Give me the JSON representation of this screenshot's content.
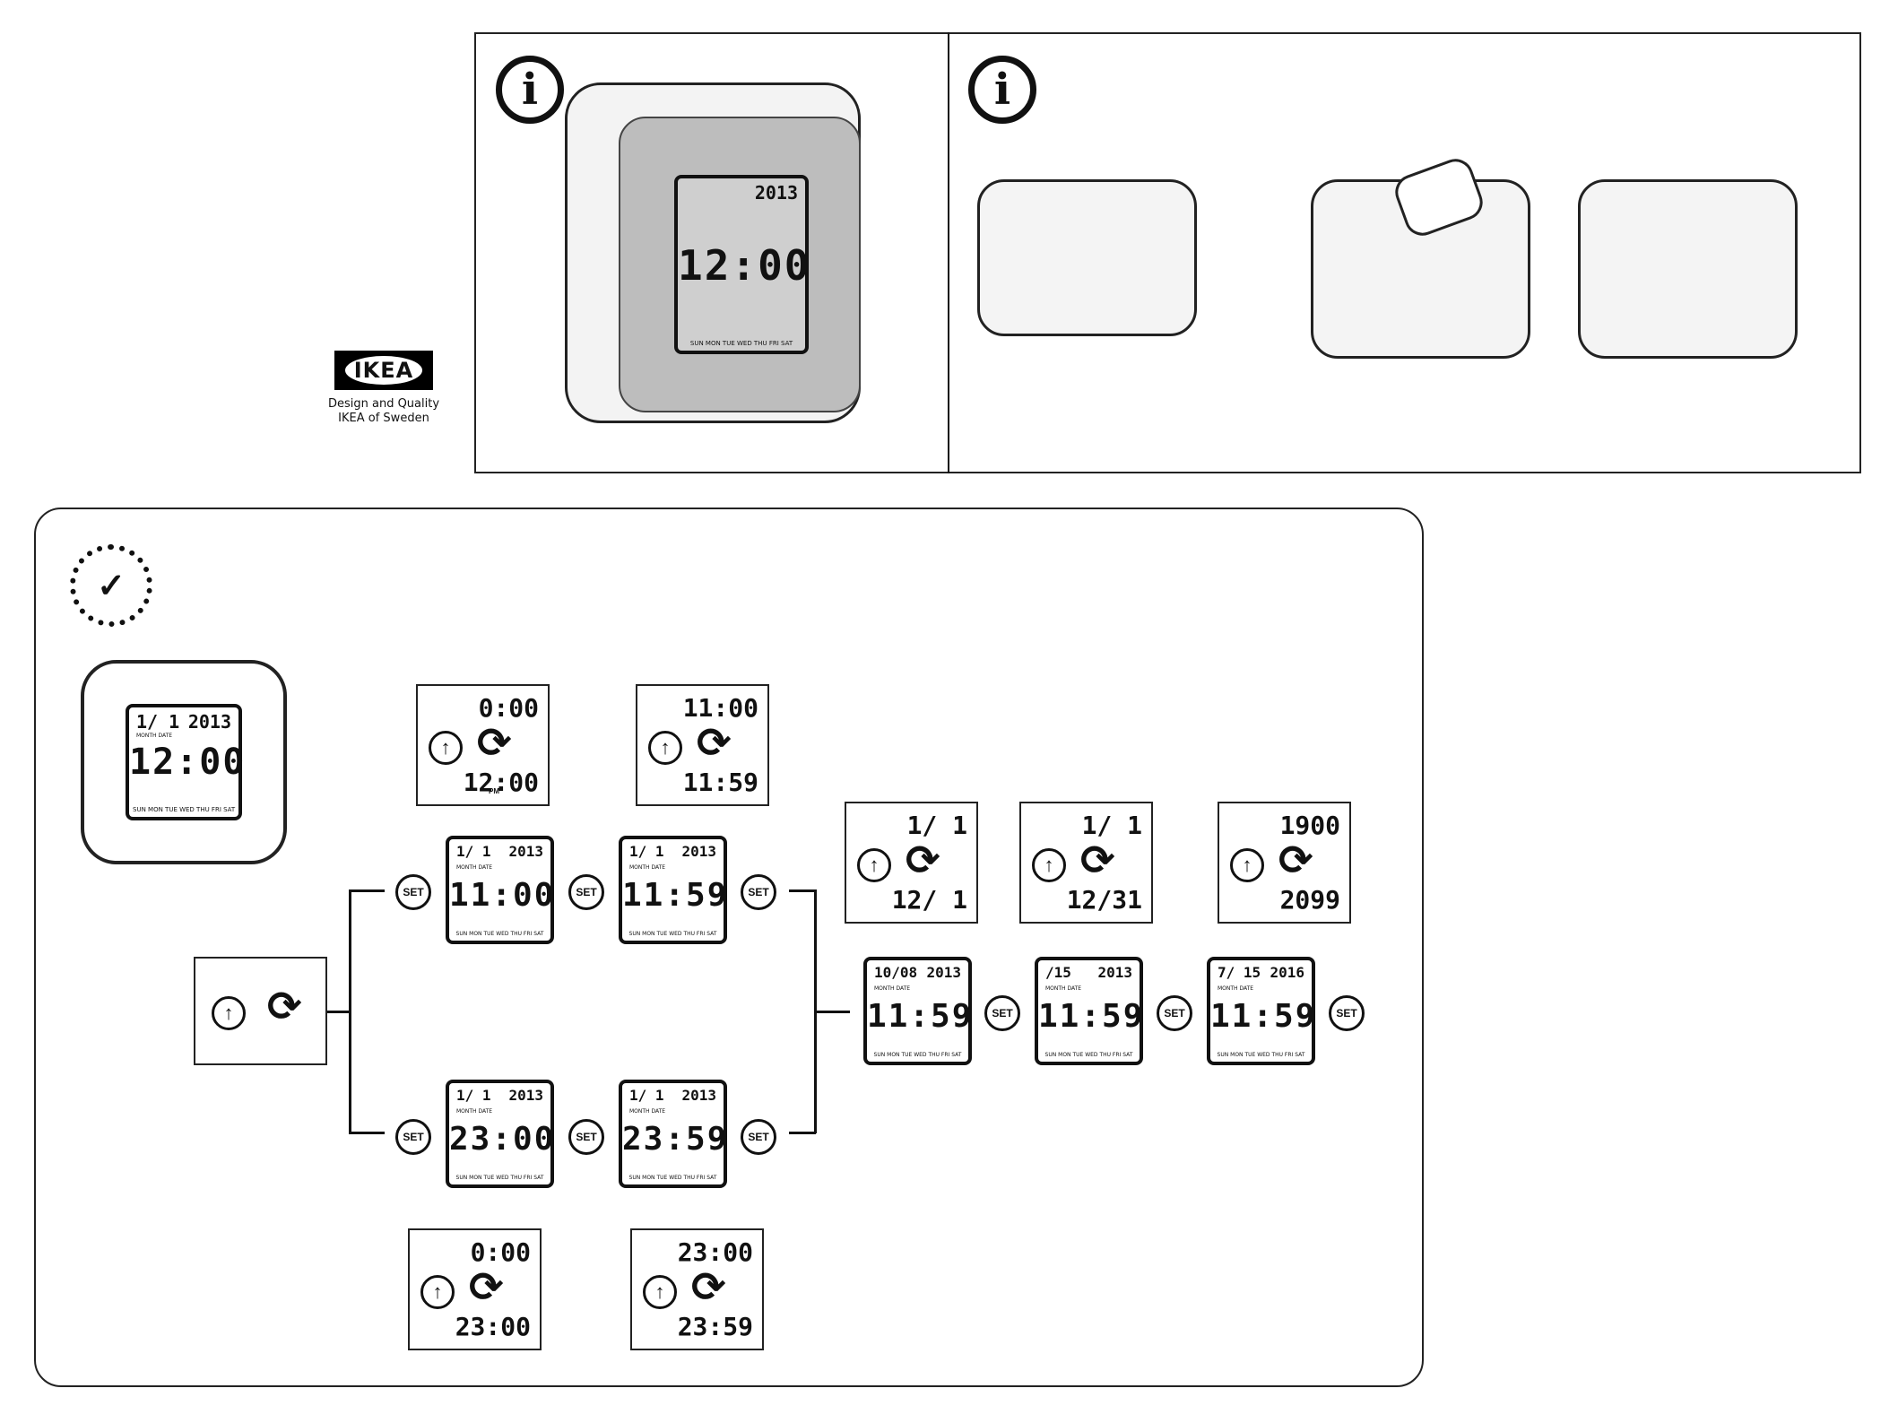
{
  "brand": {
    "logo": "IKEA",
    "tagline_1": "Design and Quality",
    "tagline_2": "IKEA of Sweden"
  },
  "info_icon": "i",
  "main_clock": {
    "date": "1/ 1",
    "year": "2013",
    "labels": "MONTH DATE",
    "time": "12:00",
    "days": "SUN MON TUE WED THU FRI SAT"
  },
  "set_label": "SET",
  "up_arrow": "↑",
  "cycle_icon": "⟳",
  "pm": "PM",
  "lcds": [
    {
      "date": "1/ 1",
      "year": "2013",
      "time": "11:00"
    },
    {
      "date": "1/ 1",
      "year": "2013",
      "time": "11:59"
    },
    {
      "date": "1/ 1",
      "year": "2013",
      "time": "23:00"
    },
    {
      "date": "1/ 1",
      "year": "2013",
      "time": "23:59"
    },
    {
      "date": "10/08",
      "year": "2013",
      "time": "11:59"
    },
    {
      "date": " /15",
      "year": "2013",
      "time": "11:59"
    },
    {
      "date": "7/ 15",
      "year": "2016",
      "time": "11:59"
    }
  ],
  "callouts": [
    {
      "top": "0:00",
      "bottom": "12:00"
    },
    {
      "top": "11:00",
      "bottom": "11:59"
    },
    {
      "top": "0:00",
      "bottom": "23:00"
    },
    {
      "top": "23:00",
      "bottom": "23:59"
    },
    {
      "top": "1/ 1",
      "bottom": "12/ 1"
    },
    {
      "top": "1/ 1",
      "bottom": "12/31"
    },
    {
      "top": "1900",
      "bottom": "2099"
    }
  ]
}
